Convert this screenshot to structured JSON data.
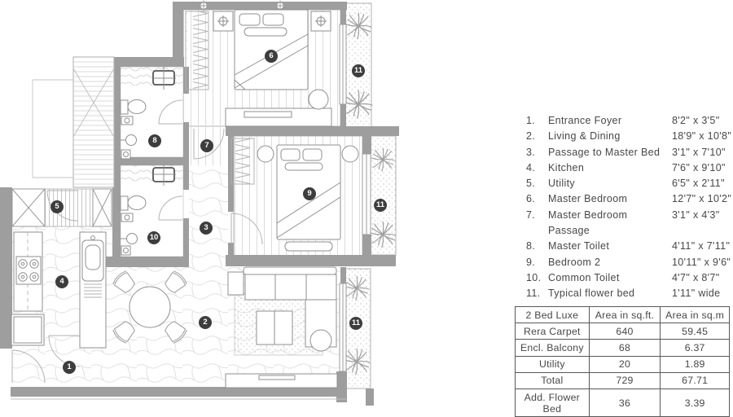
{
  "plan": {
    "markers": [
      {
        "n": "1"
      },
      {
        "n": "2"
      },
      {
        "n": "3"
      },
      {
        "n": "4"
      },
      {
        "n": "5"
      },
      {
        "n": "6"
      },
      {
        "n": "7"
      },
      {
        "n": "8"
      },
      {
        "n": "9"
      },
      {
        "n": "10"
      },
      {
        "n": "11"
      },
      {
        "n": "11"
      },
      {
        "n": "11"
      }
    ],
    "colors": {
      "wall": "#9e9e9e",
      "marker": "#3d3d3d",
      "line": "#8f8f8f"
    }
  },
  "legend": {
    "items": [
      {
        "no": "1.",
        "name": "Entrance Foyer",
        "dim": "8'2\" x 3'5\""
      },
      {
        "no": "2.",
        "name": "Living & Dining",
        "dim": "18'9\" x 10'8\""
      },
      {
        "no": "3.",
        "name": "Passage to Master Bed",
        "dim": "3'1\" x 7'10\""
      },
      {
        "no": "4.",
        "name": "Kitchen",
        "dim": "7'6\" x 9'10\""
      },
      {
        "no": "5.",
        "name": "Utility",
        "dim": "6'5\" x 2'11\""
      },
      {
        "no": "6.",
        "name": "Master Bedroom",
        "dim": "12'7\" x 10'2\""
      },
      {
        "no": "7.",
        "name": "Master Bedroom Passage",
        "dim": "3'1\" x 4'3\""
      },
      {
        "no": "8.",
        "name": "Master Toilet",
        "dim": "4'11\" x 7'11\""
      },
      {
        "no": "9.",
        "name": "Bedroom 2",
        "dim": "10'11\" x 9'6\""
      },
      {
        "no": "10.",
        "name": "Common Toilet",
        "dim": "4'7\" x 8'7\""
      },
      {
        "no": "11.",
        "name": "Typical flower bed",
        "dim": "1'11\" wide"
      }
    ]
  },
  "areas": {
    "headers": [
      "2 Bed Luxe",
      "Area in sq.ft.",
      "Area in sq.m"
    ],
    "rows": [
      [
        "Rera Carpet",
        "640",
        "59.45"
      ],
      [
        "Encl. Balcony",
        "68",
        "6.37"
      ],
      [
        "Utility",
        "20",
        "1.89"
      ],
      [
        "Total",
        "729",
        "67.71"
      ],
      [
        "Add. Flower Bed",
        "36",
        "3.39"
      ]
    ]
  }
}
